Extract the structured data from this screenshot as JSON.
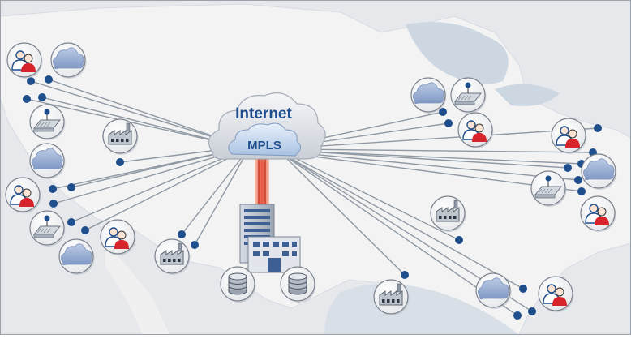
{
  "labels": {
    "internet": "Internet",
    "mpls": "MPLS"
  },
  "colors": {
    "map_background": "#e6e8ec",
    "land": "#f3f3f4",
    "water_shadow": "#c9d3de",
    "link_line": "#8f99a3",
    "endpoint_dot": "#1f4e8c",
    "cloud_fill": "#9fb3d6",
    "label_text": "#1f4e8c",
    "user_red": "#d8232a",
    "user_blue": "#1f4e8c",
    "uplink_red": "#e8553e"
  },
  "nodes": [
    {
      "kind": "users",
      "name": "west-users-top"
    },
    {
      "kind": "cloud",
      "name": "west-cloud-top"
    },
    {
      "kind": "router",
      "name": "west-router-top"
    },
    {
      "kind": "factory",
      "name": "west-factory-top"
    },
    {
      "kind": "cloud",
      "name": "west-cloud-middle"
    },
    {
      "kind": "users",
      "name": "west-users-middle"
    },
    {
      "kind": "router",
      "name": "west-router-bottom"
    },
    {
      "kind": "users",
      "name": "west-users-bottom"
    },
    {
      "kind": "cloud",
      "name": "west-cloud-bottom"
    },
    {
      "kind": "factory",
      "name": "southwest-factory"
    },
    {
      "kind": "cloud",
      "name": "northeast-cloud"
    },
    {
      "kind": "router",
      "name": "northeast-router"
    },
    {
      "kind": "users",
      "name": "northeast-users"
    },
    {
      "kind": "users",
      "name": "east-users-top"
    },
    {
      "kind": "cloud",
      "name": "east-cloud"
    },
    {
      "kind": "router",
      "name": "east-router"
    },
    {
      "kind": "users",
      "name": "east-users-bottom"
    },
    {
      "kind": "factory",
      "name": "central-factory"
    },
    {
      "kind": "factory",
      "name": "south-factory"
    },
    {
      "kind": "cloud",
      "name": "southeast-cloud"
    },
    {
      "kind": "users",
      "name": "southeast-users"
    },
    {
      "kind": "database",
      "name": "datacenter-db-left"
    },
    {
      "kind": "database",
      "name": "datacenter-db-right"
    }
  ]
}
